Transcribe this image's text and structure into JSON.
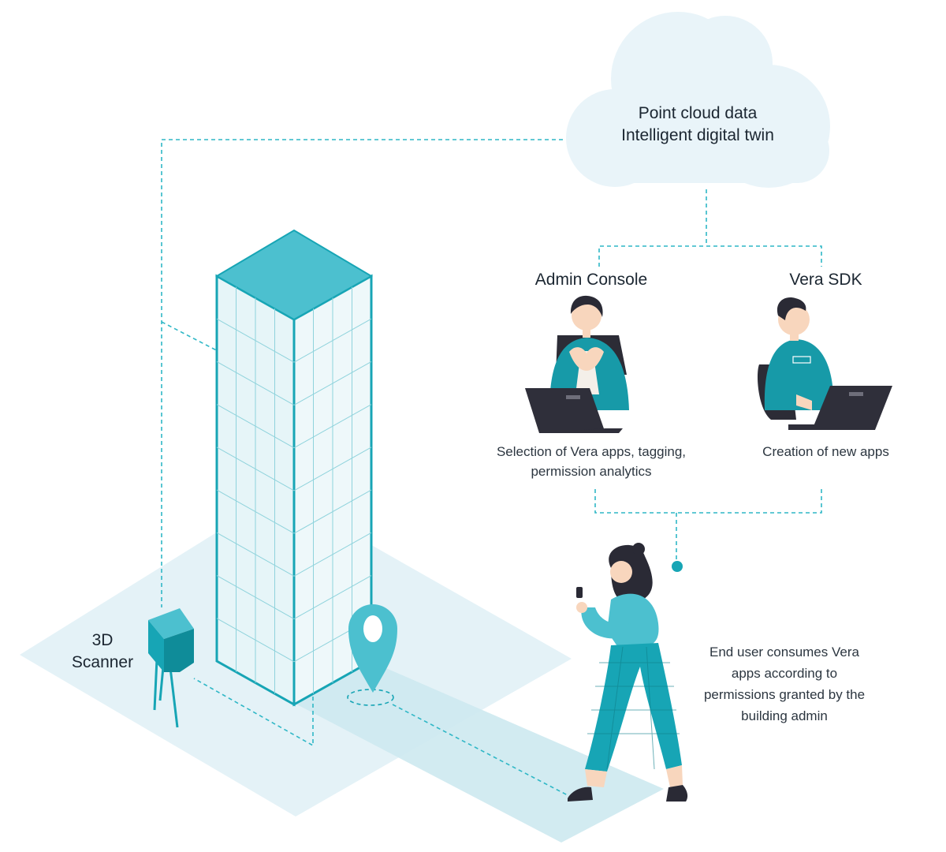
{
  "cloud": {
    "line1": "Point cloud data",
    "line2": "Intelligent digital twin"
  },
  "admin": {
    "title": "Admin Console",
    "desc1": "Selection of Vera apps, tagging,",
    "desc2": "permission analytics"
  },
  "sdk": {
    "title": "Vera SDK",
    "desc": "Creation of new apps"
  },
  "scanner": {
    "line1": "3D",
    "line2": "Scanner"
  },
  "enduser": {
    "line1": "End user consumes Vera",
    "line2": "apps according to",
    "line3": "permissions granted by the",
    "line4": "building admin"
  },
  "colors": {
    "teal": "#17a5b5",
    "teal_light": "#4cc0cf",
    "teal_dark": "#0f8c99",
    "cloud": "#e9f4f9",
    "floor": "#e3f2f7",
    "laptop": "#2f2f3a"
  }
}
